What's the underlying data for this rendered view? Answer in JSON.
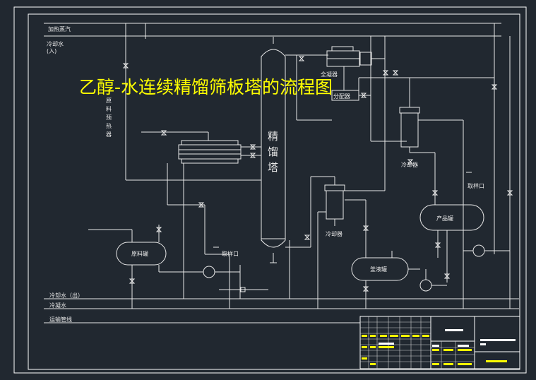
{
  "title": "乙醇-水连续精馏筛板塔的流程图",
  "lines": {
    "heating_steam": "加热蒸汽",
    "cooling_water_in_1": "冷却水",
    "cooling_water_in_2": "(入)",
    "cooling_water_out": "冷却水（出）",
    "condensate": "冷凝水",
    "transport_pipe": "运输管线"
  },
  "equipment": {
    "preheater": [
      "原",
      "料",
      "预",
      "热",
      "器"
    ],
    "column": [
      "精",
      "馏",
      "塔"
    ],
    "condenser": "全凝器",
    "distributor": "分配器",
    "cooler_top": "冷却器",
    "cooler_mid": "冷却器",
    "sampling_1": "取样口",
    "sampling_2": "取样口",
    "feed_tank": "原料罐",
    "product_tank": "产品罐",
    "bottoms_tank": "釜液罐"
  },
  "colors": {
    "background": "#212830",
    "line": "#e8e8e8",
    "yellow": "#ffff00",
    "frame": "#ffffff"
  }
}
